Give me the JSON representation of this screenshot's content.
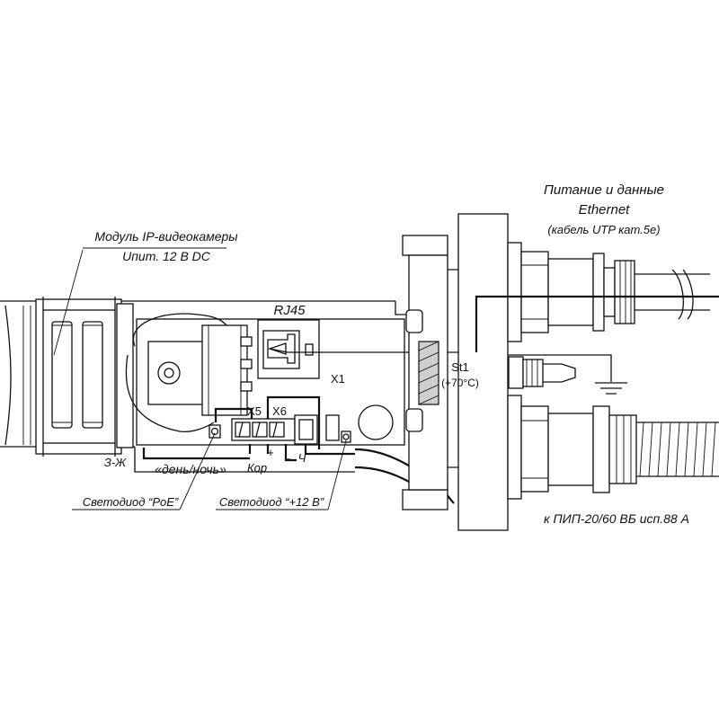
{
  "labels": {
    "power_title_1": "Питание и данные",
    "power_title_2": "Ethernet",
    "power_title_3": "(кабель UTP кат.5e)",
    "module_title": "Модуль IP-видеокамеры",
    "module_voltage": "Uпит. 12 В DC",
    "rj45": "RJ45",
    "x1": "X1",
    "x5": "X5",
    "x6": "X6",
    "st1": "St1",
    "st1_temp": "(+70°С)",
    "wire_3zh": "З-Ж",
    "day_night": "«день/ночь»",
    "kor": "Кор",
    "plus": "+",
    "minus": "-",
    "ch": "Ч",
    "led_poe": "Светодиод “PoE”",
    "led_12v": "Светодиод “+12 В”",
    "to_pip": "к ПИП-20/60 ВБ исп.88 А"
  }
}
